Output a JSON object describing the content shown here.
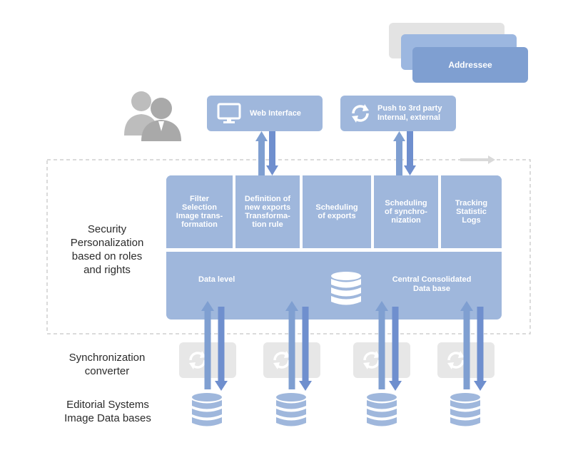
{
  "addressee": {
    "label": "Addressee"
  },
  "web_interface": {
    "label": "Web Interface",
    "icon": "monitor-icon"
  },
  "push": {
    "label": "Push to 3rd party\nInternal, external",
    "icon": "sync-icon"
  },
  "modules": [
    {
      "label": "Filter\nSelection\nImage trans-\nformation"
    },
    {
      "label": "Definition of\nnew exports\nTransforma-\ntion rule"
    },
    {
      "label": "Scheduling\nof exports"
    },
    {
      "label": "Scheduling\nof synchro-\nnization"
    },
    {
      "label": "Tracking\nStatistic\nLogs"
    }
  ],
  "data_level": {
    "label": "Data level"
  },
  "central_db": {
    "label": "Central Consolidated\nData base",
    "icon": "database-icon"
  },
  "side_labels": {
    "security": "Security\nPersonalization\nbased on roles\nand rights",
    "sync": "Synchronization\nconverter",
    "editorial": "Editorial Systems\nImage Data bases"
  },
  "colors": {
    "module_fill": "#9fb7dc",
    "addressee_front": "#7f9fd1",
    "addressee_mid": "#9cb7e0",
    "addressee_back": "#e3e3e3",
    "arrow_up": "#7f9fd1",
    "arrow_down": "#6f8fce",
    "converter_fill": "#e7e7e7",
    "users_gray": "#b3b3b3"
  }
}
